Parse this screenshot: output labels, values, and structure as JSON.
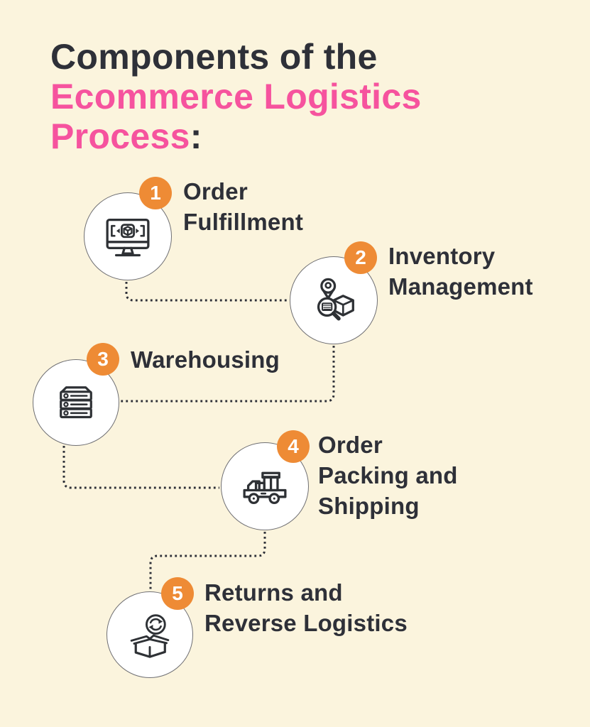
{
  "title": {
    "line1": "Components of the",
    "line2": "Ecommerce Logistics",
    "line3": "Process",
    "line3_colon": ":"
  },
  "steps": [
    {
      "number": "1",
      "label_lines": [
        "Order",
        "Fulfillment"
      ],
      "icon": "monitor-product-icon"
    },
    {
      "number": "2",
      "label_lines": [
        "Inventory",
        "Management"
      ],
      "icon": "pin-box-magnifier-icon"
    },
    {
      "number": "3",
      "label_lines": [
        "Warehousing"
      ],
      "icon": "storage-shelves-icon"
    },
    {
      "number": "4",
      "label_lines": [
        "Order",
        "Packing and",
        "Shipping"
      ],
      "icon": "delivery-truck-icon"
    },
    {
      "number": "5",
      "label_lines": [
        "Returns and",
        "Reverse Logistics"
      ],
      "icon": "open-box-refresh-icon"
    }
  ],
  "colors": {
    "background": "#FBF4DD",
    "accent_orange": "#EE8B35",
    "accent_pink": "#F6539E",
    "text_dark": "#2E3038",
    "circle_fill": "#FFFFFF",
    "circle_border": "#6F6F73",
    "icon_stroke": "#2E3135"
  }
}
